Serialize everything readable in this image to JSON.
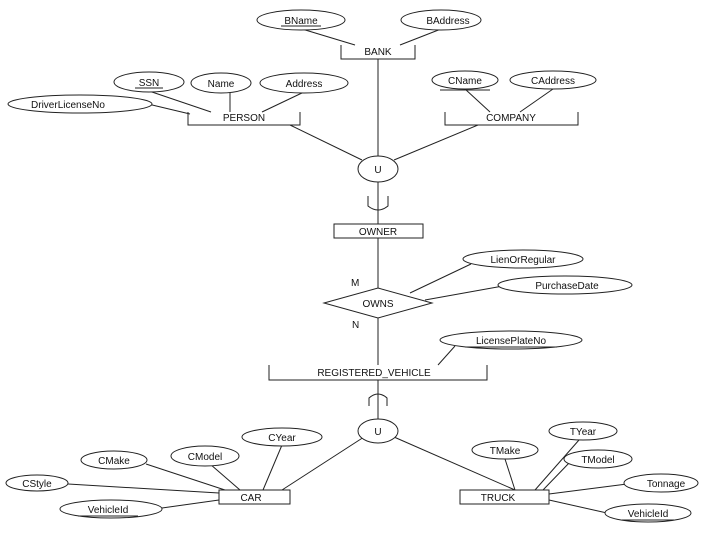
{
  "entities": {
    "bank": "BANK",
    "person": "PERSON",
    "company": "COMPANY",
    "owner": "OWNER",
    "registered_vehicle": "REGISTERED_VEHICLE",
    "car": "CAR",
    "truck": "TRUCK"
  },
  "relationships": {
    "owns": "OWNS"
  },
  "union_symbols": {
    "owner_union": "U",
    "vehicle_union": "U"
  },
  "cardinality": {
    "owner_side": "M",
    "vehicle_side": "N"
  },
  "attributes": {
    "bank": {
      "bname": "BName",
      "baddress": "BAddress"
    },
    "person": {
      "ssn": "SSN",
      "name": "Name",
      "address": "Address",
      "driver_license_no": "DriverLicenseNo"
    },
    "company": {
      "cname": "CName",
      "caddress": "CAddress"
    },
    "owns": {
      "lien_or_regular": "LienOrRegular",
      "purchase_date": "PurchaseDate"
    },
    "registered_vehicle": {
      "license_plate_no": "LicensePlateNo"
    },
    "car": {
      "cmake": "CMake",
      "cmodel": "CModel",
      "cyear": "CYear",
      "cstyle": "CStyle",
      "vehicle_id": "VehicleId"
    },
    "truck": {
      "tmake": "TMake",
      "tyear": "TYear",
      "tmodel": "TModel",
      "tonnage": "Tonnage",
      "vehicle_id": "VehicleId"
    }
  }
}
